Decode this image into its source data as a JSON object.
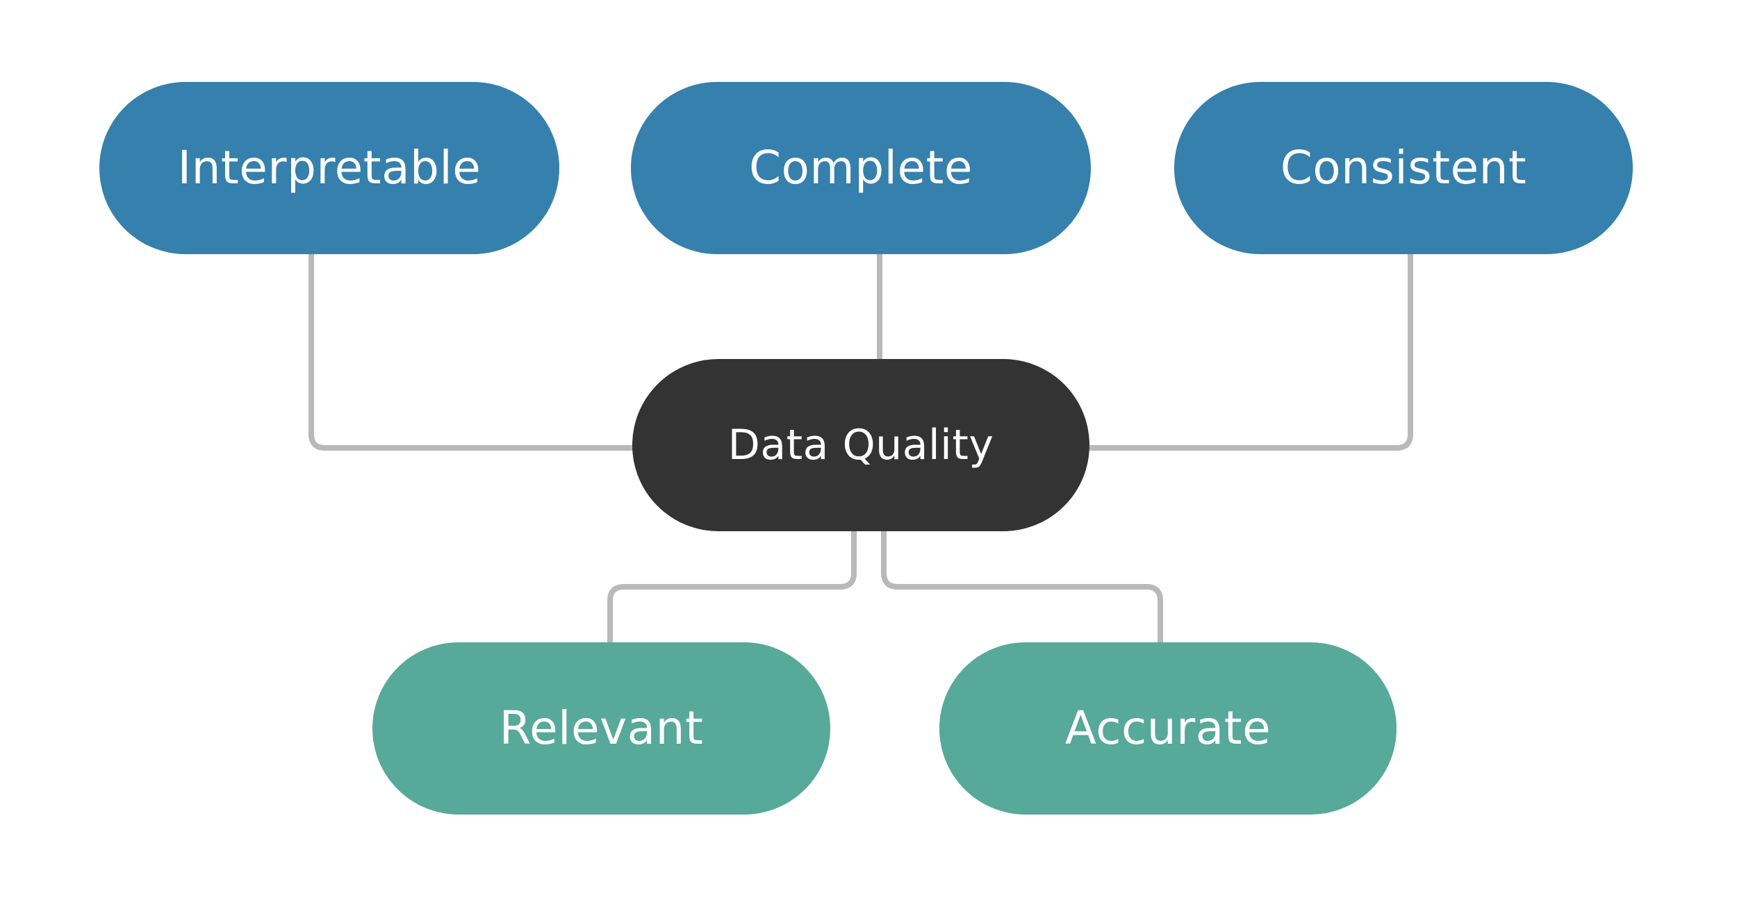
{
  "diagram": {
    "title": "Data Quality",
    "type": "hub-and-spoke concept map",
    "background_color": "#ffffff",
    "edge_color": "#b9b9b9",
    "edge_width": 8,
    "colors": {
      "blue": "#3580ad",
      "dark": "#333333",
      "teal": "#57a99a",
      "label": "#ffffff"
    },
    "nodes": [
      {
        "id": "interpretable",
        "label": "Interpretable",
        "color": "#3580ad",
        "group": "top"
      },
      {
        "id": "complete",
        "label": "Complete",
        "color": "#3580ad",
        "group": "top"
      },
      {
        "id": "consistent",
        "label": "Consistent",
        "color": "#3580ad",
        "group": "top"
      },
      {
        "id": "data-quality",
        "label": "Data Quality",
        "color": "#333333",
        "group": "center"
      },
      {
        "id": "relevant",
        "label": "Relevant",
        "color": "#57a99a",
        "group": "bottom"
      },
      {
        "id": "accurate",
        "label": "Accurate",
        "color": "#57a99a",
        "group": "bottom"
      }
    ],
    "edges": [
      {
        "from": "interpretable",
        "to": "data-quality"
      },
      {
        "from": "complete",
        "to": "data-quality"
      },
      {
        "from": "consistent",
        "to": "data-quality"
      },
      {
        "from": "data-quality",
        "to": "relevant"
      },
      {
        "from": "data-quality",
        "to": "accurate"
      }
    ]
  }
}
